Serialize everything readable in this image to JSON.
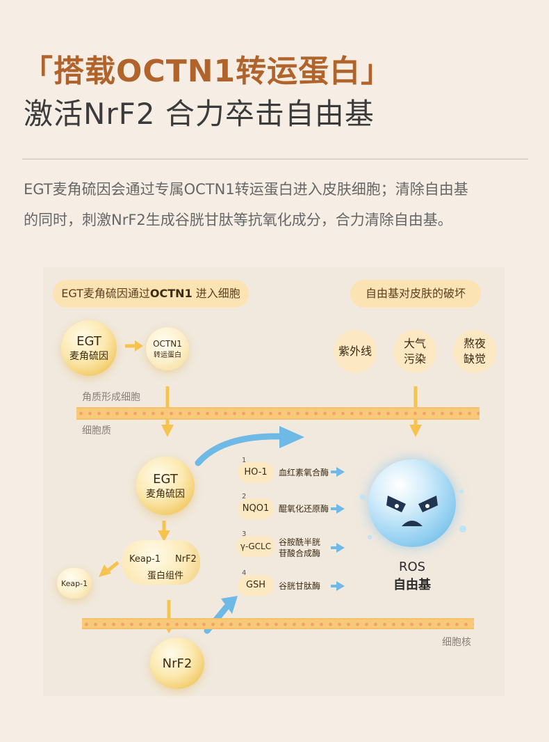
{
  "header": {
    "title": "「搭载OCTN1转运蛋白」",
    "subtitle": "激活NrF2 合力卒击自由基"
  },
  "intro": {
    "line1": "EGT麦角硫因会通过专属OCTN1转运蛋白进入皮肤细胞；清除自由基",
    "line2": "的同时，刺激NrF2生成谷胱甘肽等抗氧化成分，合力清除自由基。"
  },
  "diagram": {
    "entry_pill_prefix": "EGT麦角硫因通过",
    "entry_pill_bold": "OCTN1",
    "entry_pill_suffix": " 进入细胞",
    "damage_pill": "自由基对皮肤的破坏",
    "egt_orb": {
      "line1": "EGT",
      "line2": "麦角硫因"
    },
    "octn1_orb": {
      "line1": "OCTN1",
      "line2": "转运蛋白"
    },
    "causes": [
      {
        "line1": "紫外线",
        "line2": ""
      },
      {
        "line1": "大气",
        "line2": "污染"
      },
      {
        "line1": "熬夜",
        "line2": "缺觉"
      }
    ],
    "membrane_top_label": "角质形成细胞",
    "cytoplasm_label": "细胞质",
    "inner_egt": {
      "line1": "EGT",
      "line2": "麦角硫因"
    },
    "keap_complex": {
      "left": "Keap-1",
      "right": "NrF2",
      "caption": "蛋白组件"
    },
    "keap_single": "Keap-1",
    "nrf2": "NrF2",
    "nucleus_label": "细胞核",
    "enzymes": [
      {
        "num": "1",
        "code": "HO-1",
        "name_line1": "血红素氧合酶",
        "name_line2": ""
      },
      {
        "num": "2",
        "code": "NQO1",
        "name_line1": "醌氧化还原酶",
        "name_line2": ""
      },
      {
        "num": "3",
        "code": "γ-GCLC",
        "name_line1": "谷胺酰半胱",
        "name_line2": "苷酸合成酶"
      },
      {
        "num": "4",
        "code": "GSH",
        "name_line1": "谷胱甘肽酶",
        "name_line2": ""
      }
    ],
    "ros": {
      "line1": "ROS",
      "line2": "自由基"
    }
  },
  "colors": {
    "title": "#b0632a",
    "pill": "#fbe3b4",
    "arrow_gold": "#f6c34f",
    "arrow_blue": "#6fb9e6",
    "ros_blue": "#8ecdf0"
  }
}
